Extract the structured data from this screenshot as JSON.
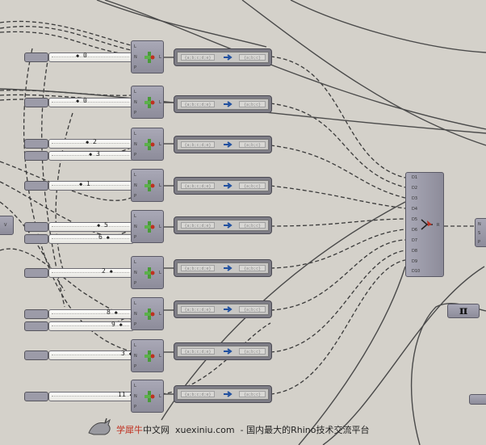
{
  "canvas": {
    "background": "#d4d1ca",
    "wire_color": "#3a3a3a"
  },
  "sliders": [
    {
      "value": "0"
    },
    {
      "value": "0"
    },
    {
      "value": "2"
    },
    {
      "value": "3"
    },
    {
      "value": "1"
    },
    {
      "value": "5"
    },
    {
      "value": "6"
    },
    {
      "value": "2"
    },
    {
      "value": "8"
    },
    {
      "value": "9"
    },
    {
      "value": "3"
    },
    {
      "value": "11"
    }
  ],
  "components": {
    "input_labels": [
      "L",
      "N",
      "P"
    ],
    "output_label": "L",
    "icon": "list-item-icon"
  },
  "panels": {
    "input_text": "{a;b;c;d;e}",
    "output_text": "{a;b;c}",
    "icon": "arrow-right-icon"
  },
  "merge": {
    "inputs": [
      "D1",
      "D2",
      "D3",
      "D4",
      "D5",
      "D6",
      "D7",
      "D8",
      "D9",
      "D10"
    ],
    "output": "R",
    "icon": "merge-icon"
  },
  "left_edge_component": {
    "label": "V"
  },
  "right_edge_component": {
    "labels": [
      "N",
      "S",
      "P"
    ]
  },
  "pi_component": {
    "symbol": "π"
  },
  "watermark": {
    "site_name": "学犀牛",
    "site_cn": "中文网",
    "url": "xuexiniu.com",
    "slogan": "- 国内最大的Rhino技术交流平台",
    "icon": "rhino-logo-icon"
  }
}
